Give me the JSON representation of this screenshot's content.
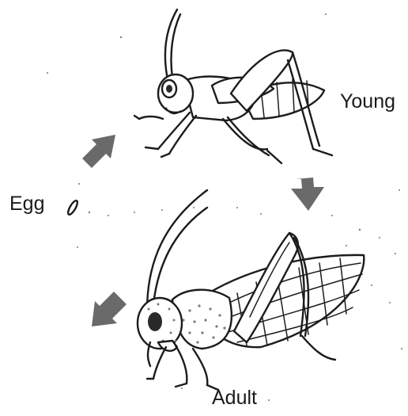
{
  "diagram": {
    "stages": {
      "young": "Young",
      "egg": "Egg",
      "adult": "Adult"
    },
    "arrow_color": "#6a6a6a"
  }
}
